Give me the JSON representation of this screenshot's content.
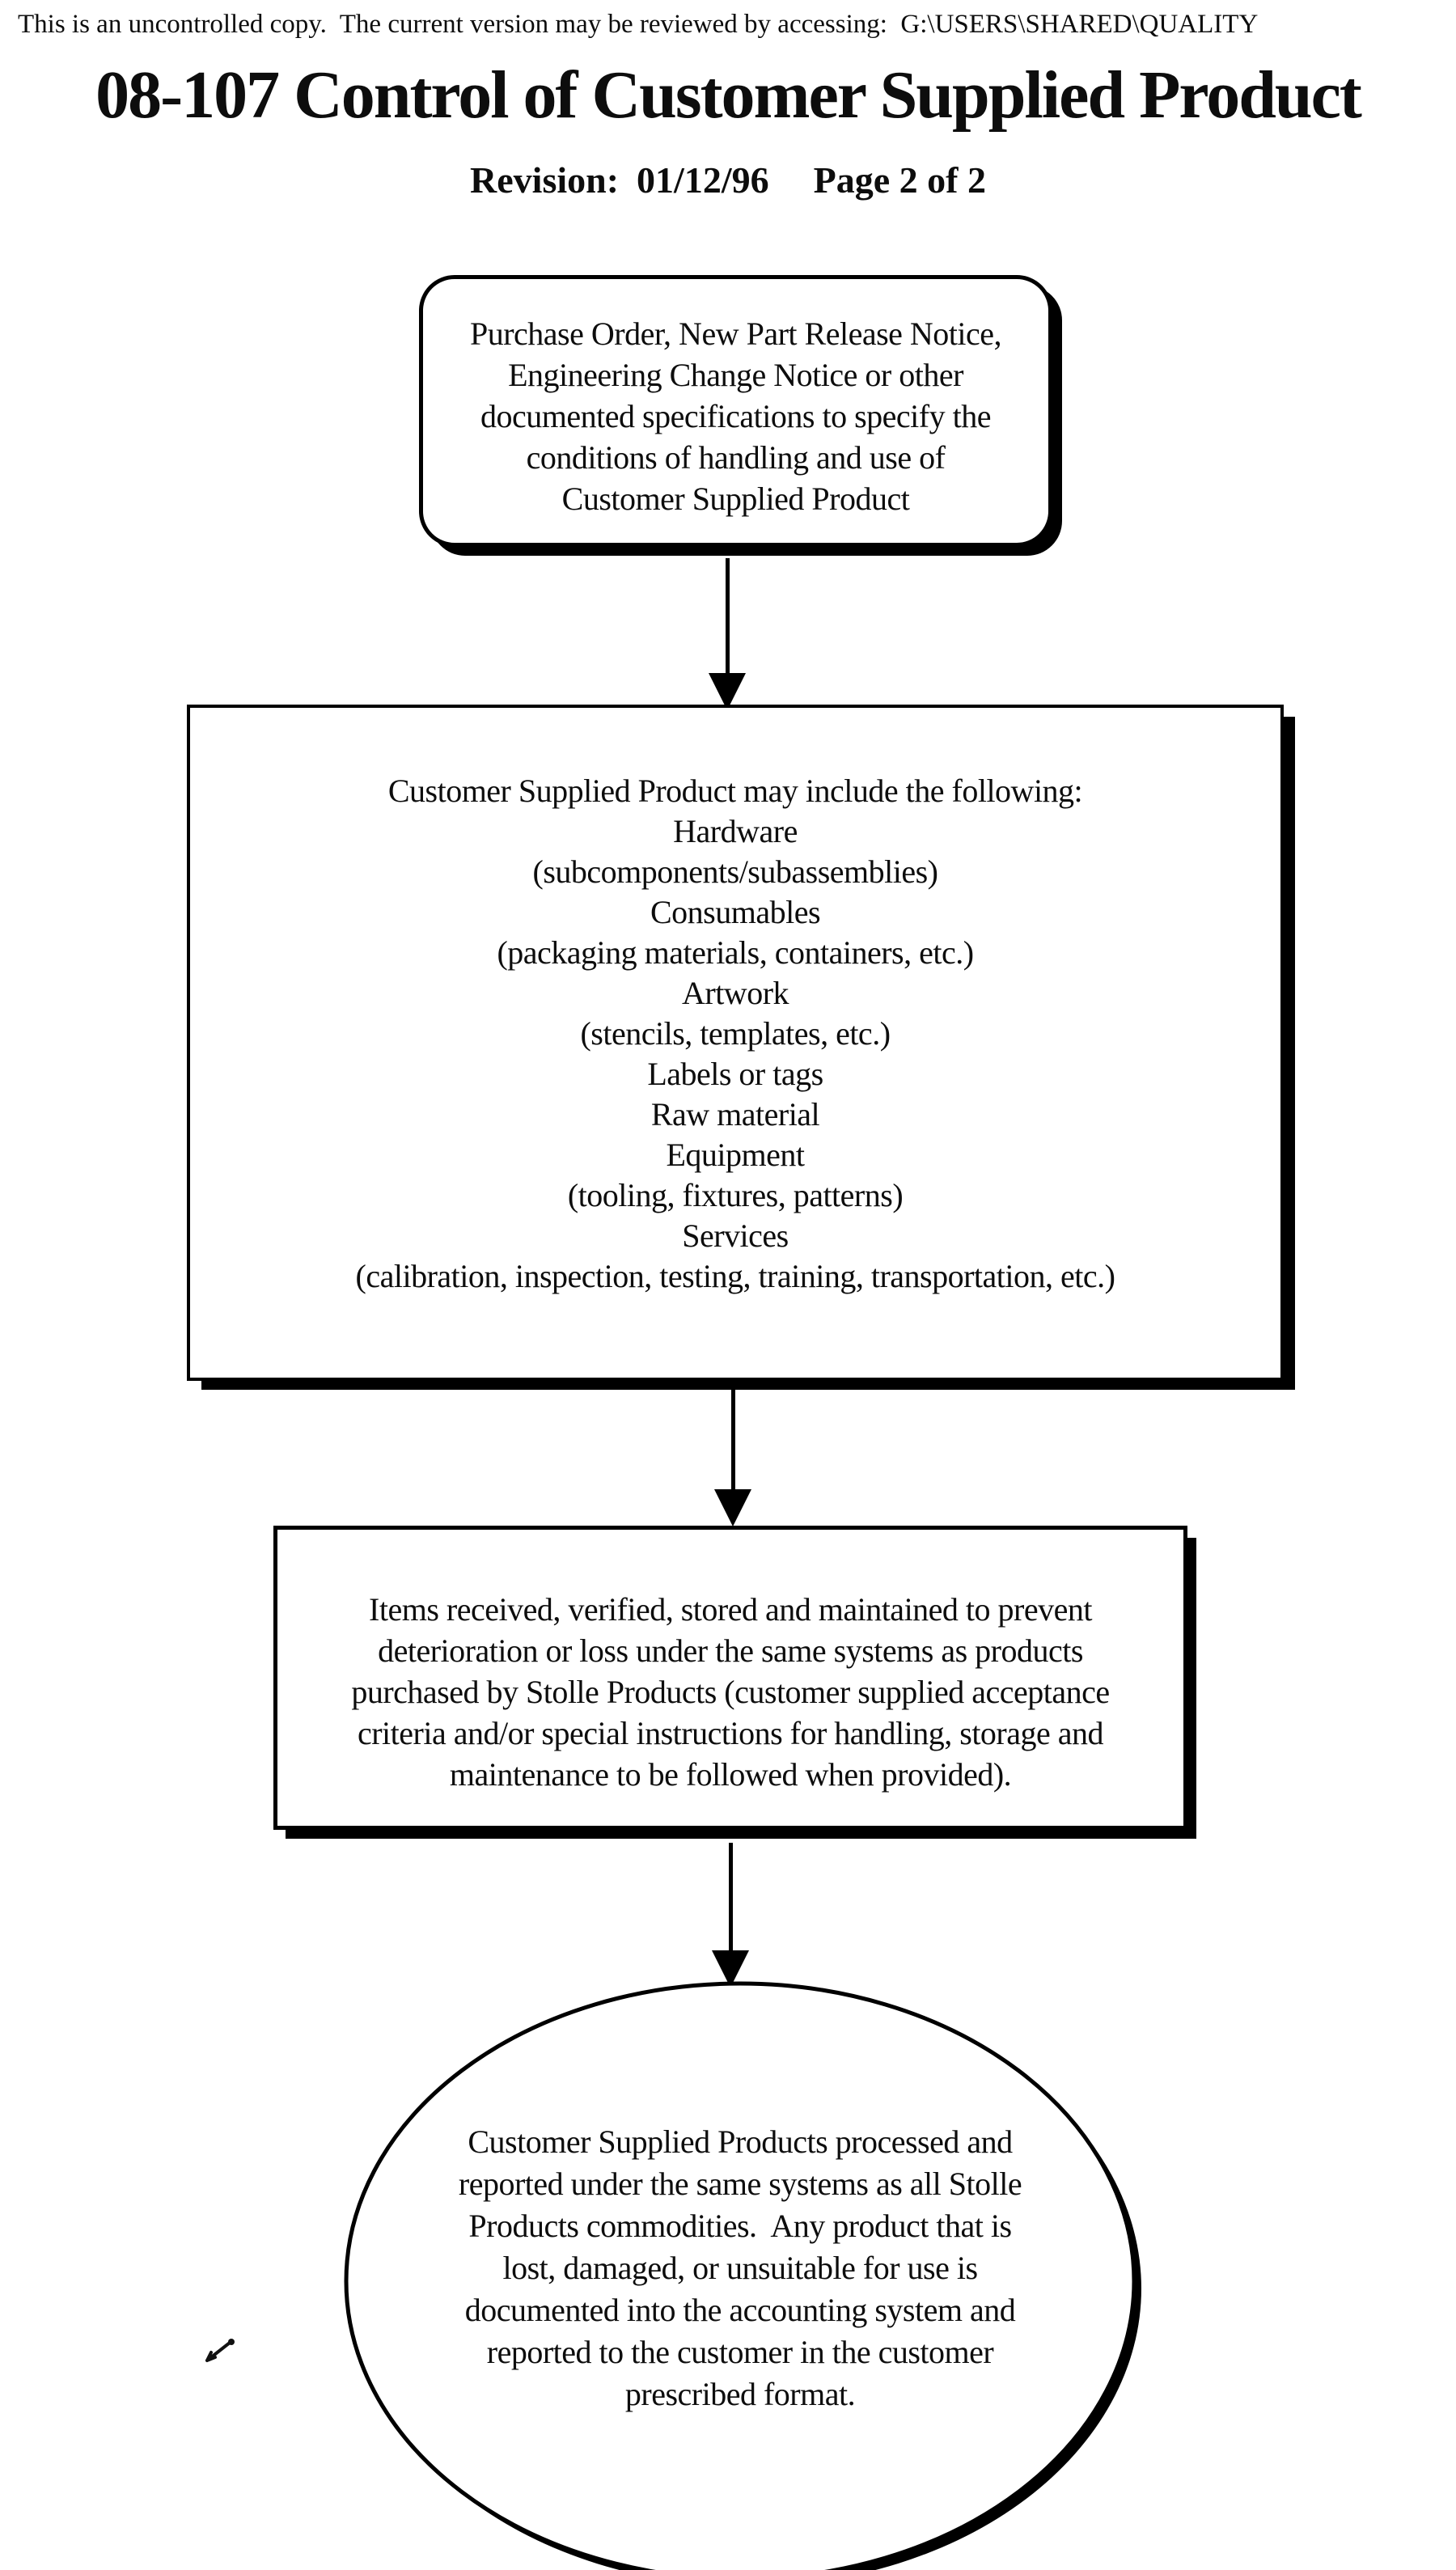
{
  "colors": {
    "ink": "#0d0d0d",
    "paper": "#ffffff"
  },
  "header": {
    "uncontrolled_note": "This is an uncontrolled copy.  The current version may be reviewed by accessing:  G:\\USERS\\SHARED\\QUALITY",
    "title": "08-107 Control of Customer Supplied Product",
    "revision_label": "Revision:",
    "revision_date": "01/12/96",
    "page_info": "Page 2 of 2"
  },
  "flowchart": {
    "node1": {
      "shape": "rounded-rectangle",
      "lines": [
        "Purchase Order, New Part Release Notice,",
        "Engineering Change Notice or other",
        "documented specifications to specify the",
        "conditions of handling and use of",
        "Customer Supplied Product"
      ]
    },
    "node2": {
      "shape": "rectangle",
      "lines": [
        "Customer Supplied Product may include the following:",
        "Hardware",
        "(subcomponents/subassemblies)",
        "Consumables",
        "(packaging materials, containers, etc.)",
        "Artwork",
        "(stencils, templates, etc.)",
        "Labels or tags",
        "Raw material",
        "Equipment",
        "(tooling, fixtures, patterns)",
        "Services",
        "(calibration, inspection, testing, training, transportation, etc.)"
      ]
    },
    "node3": {
      "shape": "rectangle",
      "lines": [
        "Items received, verified, stored and maintained to prevent",
        "deterioration or loss under the same systems as products",
        "purchased by Stolle Products (customer supplied acceptance",
        "criteria and/or special instructions for handling, storage and",
        "maintenance to be followed when provided)."
      ]
    },
    "node4": {
      "shape": "ellipse",
      "lines": [
        "Customer Supplied Products processed and",
        "reported under the same systems as all Stolle",
        "Products commodities.  Any product that is",
        "lost, damaged, or unsuitable for use is",
        "documented into the accounting system and",
        "reported to the customer in the customer",
        "prescribed format."
      ]
    },
    "connectors": [
      {
        "from": "node1",
        "to": "node2",
        "type": "arrow-down"
      },
      {
        "from": "node2",
        "to": "node3",
        "type": "arrow-down"
      },
      {
        "from": "node3",
        "to": "node4",
        "type": "arrow-down"
      }
    ]
  }
}
